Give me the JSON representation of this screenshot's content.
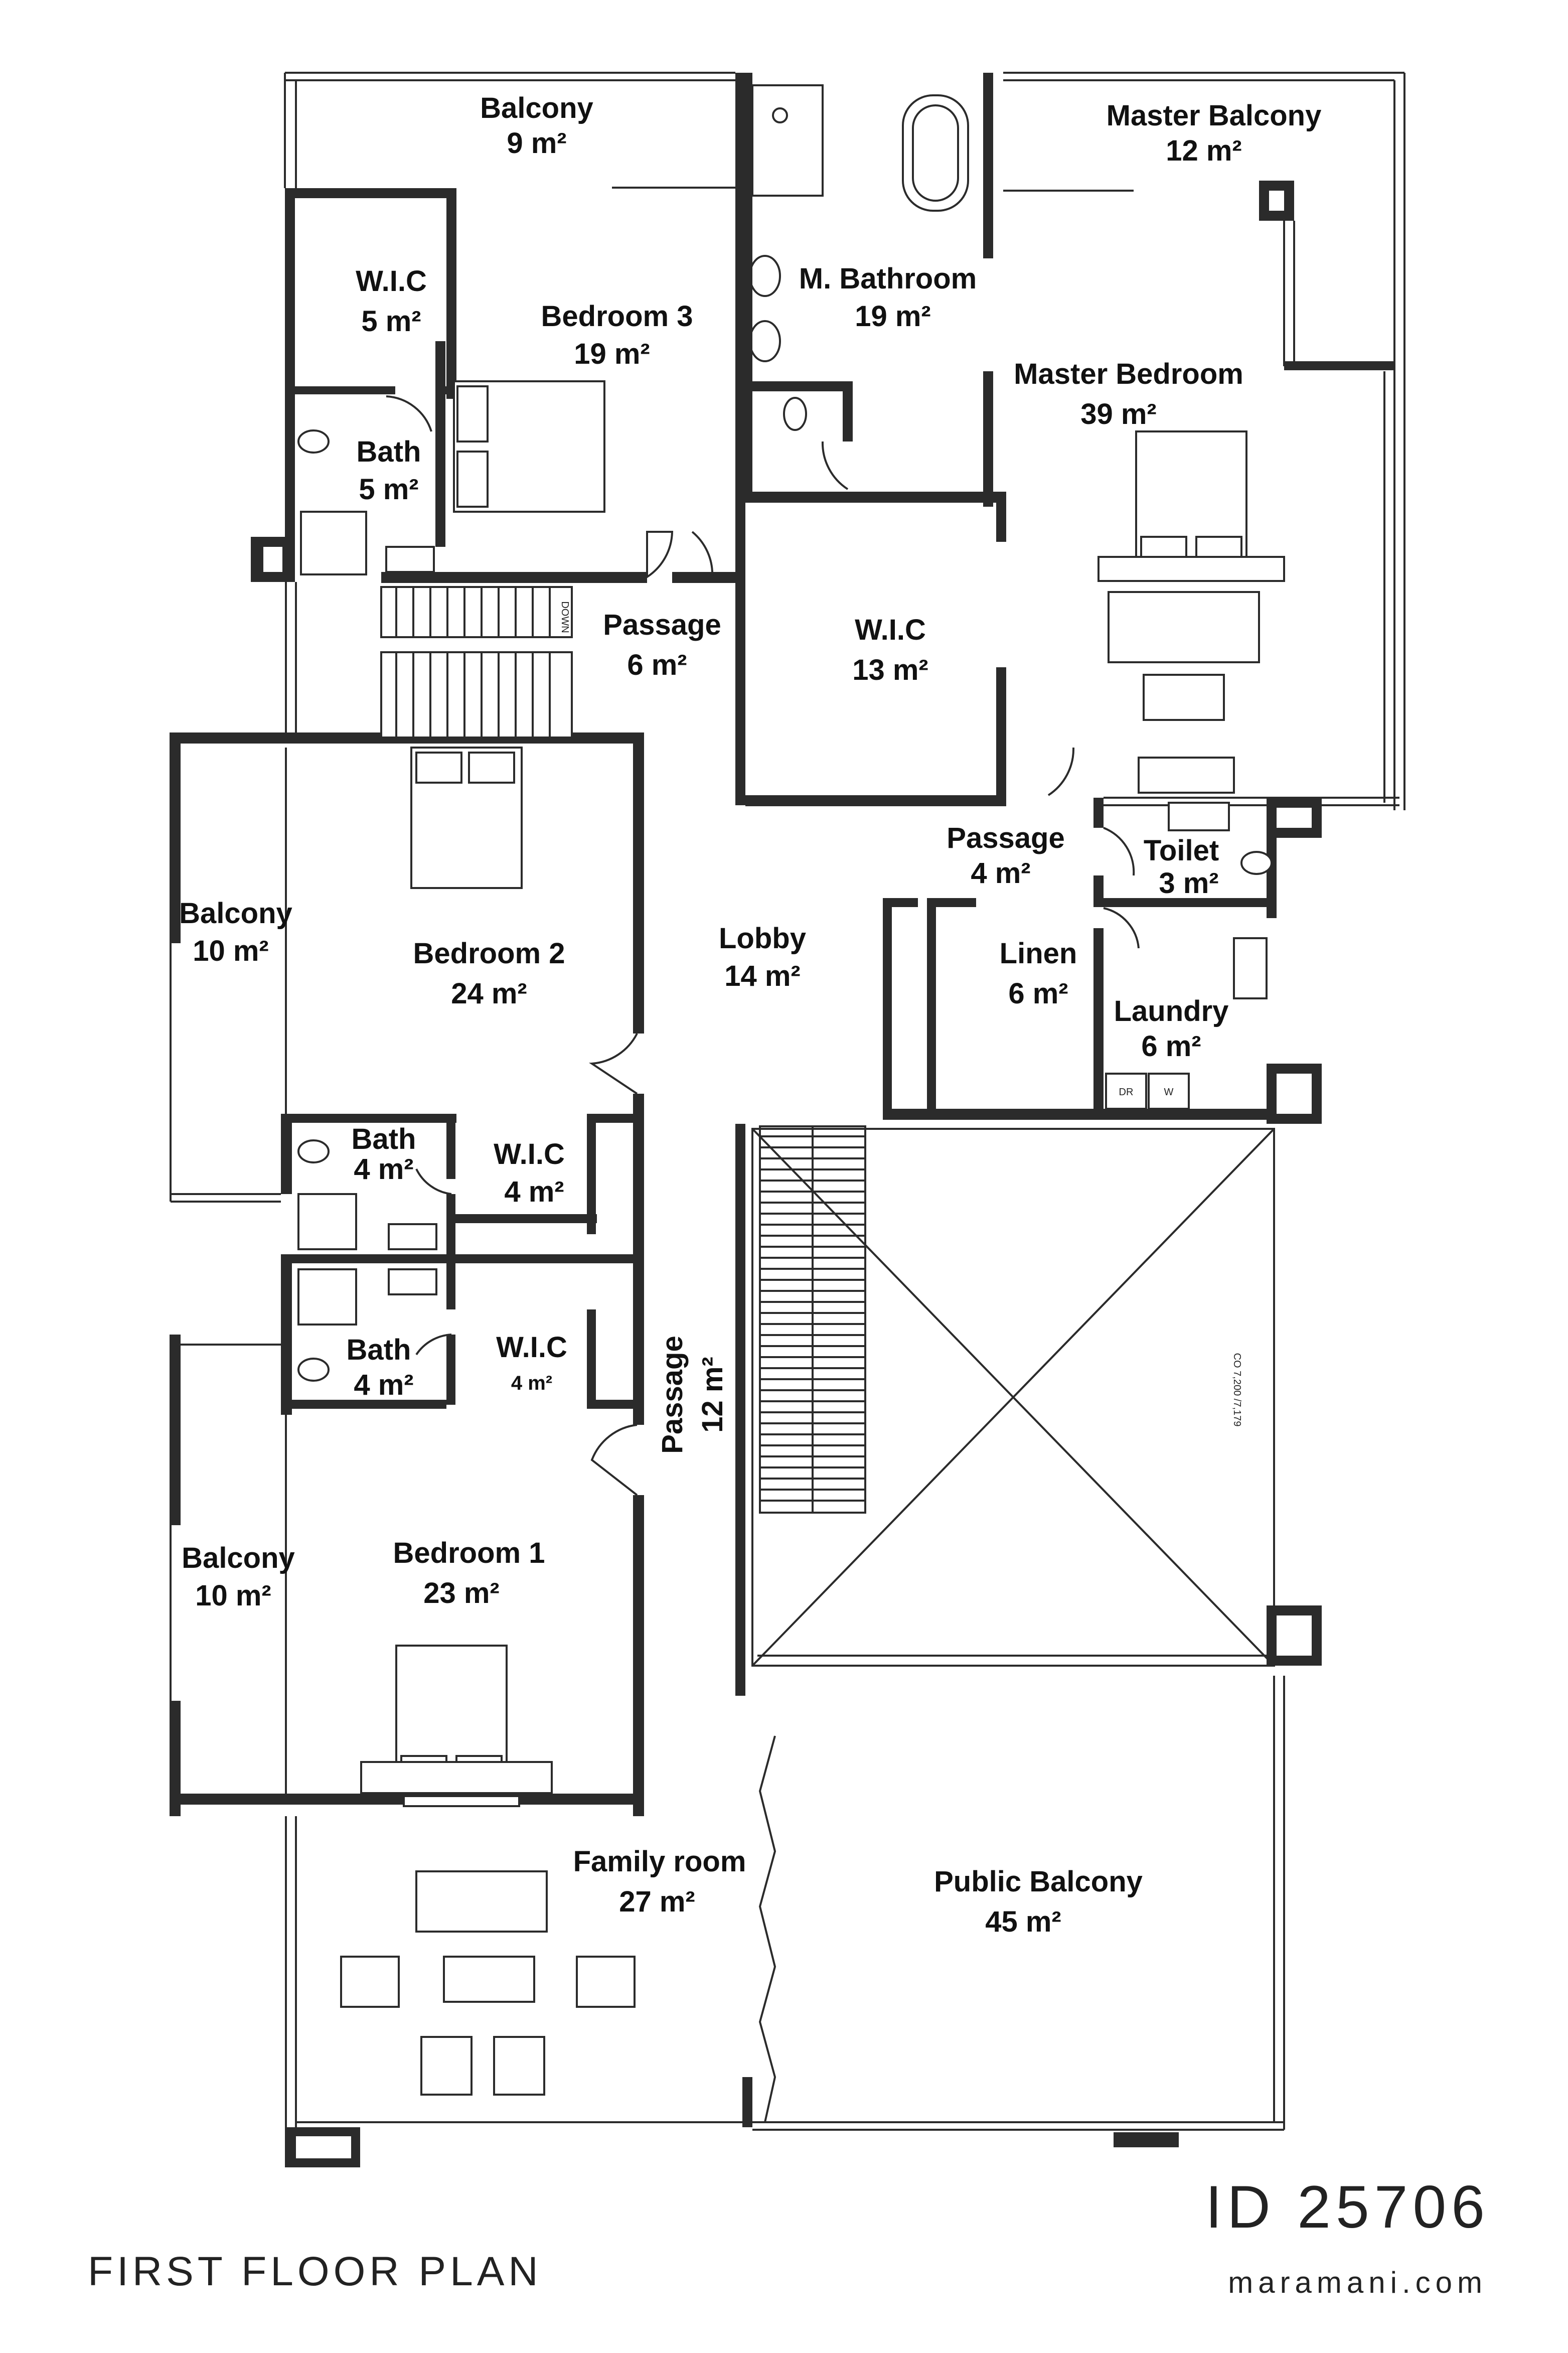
{
  "rooms": {
    "balcony_top": {
      "name": "Balcony",
      "area": "9 m²"
    },
    "master_balcony": {
      "name": "Master Balcony",
      "area": "12 m²"
    },
    "wic_bed3": {
      "name": "W.I.C",
      "area": "5 m²"
    },
    "bedroom3": {
      "name": "Bedroom 3",
      "area": "19 m²"
    },
    "m_bathroom": {
      "name": "M. Bathroom",
      "area": "19 m²"
    },
    "master_bedroom": {
      "name": "Master Bedroom",
      "area": "39 m²"
    },
    "bath_bed3": {
      "name": "Bath",
      "area": "5 m²"
    },
    "passage_top": {
      "name": "Passage",
      "area": "6 m²"
    },
    "wic_master": {
      "name": "W.I.C",
      "area": "13 m²"
    },
    "passage_small": {
      "name": "Passage",
      "area": "4 m²"
    },
    "toilet": {
      "name": "Toilet",
      "area": "3 m²"
    },
    "linen": {
      "name": "Linen",
      "area": "6 m²"
    },
    "laundry": {
      "name": "Laundry",
      "area": "6 m²"
    },
    "balcony_bed2": {
      "name": "Balcony",
      "area": "10 m²"
    },
    "bedroom2": {
      "name": "Bedroom 2",
      "area": "24 m²"
    },
    "lobby": {
      "name": "Lobby",
      "area": "14 m²"
    },
    "bath_bed2": {
      "name": "Bath",
      "area": "4 m²"
    },
    "wic_bed2": {
      "name": "W.I.C",
      "area": "4 m²"
    },
    "bath_bed1": {
      "name": "Bath",
      "area": "4 m²"
    },
    "wic_bed1": {
      "name": "W.I.C",
      "area": "4 m²"
    },
    "passage_long": {
      "name": "Passage",
      "area": "12 m²"
    },
    "balcony_bed1": {
      "name": "Balcony",
      "area": "10 m²"
    },
    "bedroom1": {
      "name": "Bedroom 1",
      "area": "23 m²"
    },
    "family_room": {
      "name": "Family room",
      "area": "27 m²"
    },
    "public_balcony": {
      "name": "Public Balcony",
      "area": "45 m²"
    }
  },
  "fixtures": {
    "dryer": "DR",
    "washer": "W",
    "stair_down": "DOWN",
    "void_note": "CO 7,200 /7,179"
  },
  "footer": {
    "plan_title": "FIRST FLOOR PLAN",
    "plan_id": "ID 25706",
    "website": "maramani.com"
  },
  "colors": {
    "wall": "#2b2b2b",
    "background": "#ffffff",
    "text": "#111111"
  }
}
